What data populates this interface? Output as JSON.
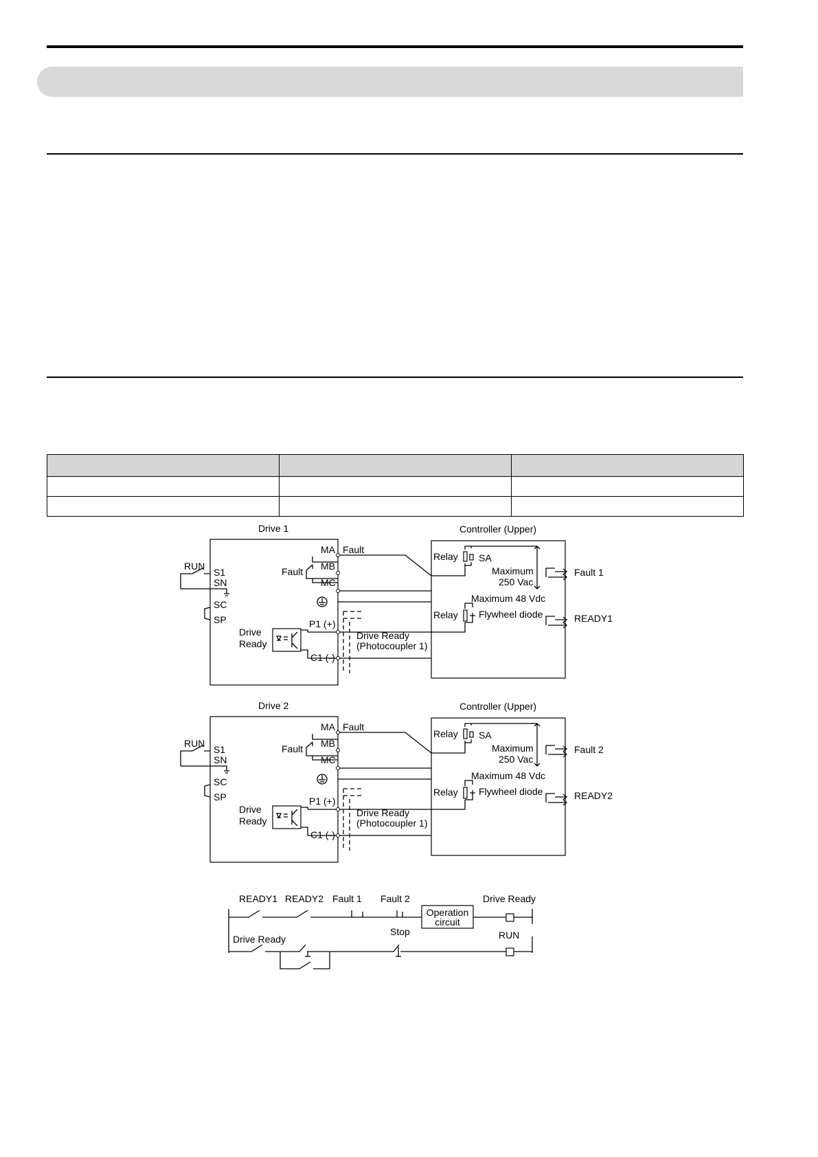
{
  "table": {
    "headers": [
      "",
      "",
      ""
    ],
    "rows": [
      [
        "",
        "",
        ""
      ],
      [
        "",
        "",
        ""
      ]
    ]
  },
  "diagram": {
    "drive1": {
      "title": "Drive 1",
      "controller": "Controller (Upper)",
      "run": "RUN",
      "terminals": {
        "s1": "S1",
        "sn": "SN",
        "sc": "SC",
        "sp": "SP",
        "ma": "MA",
        "mb": "MB",
        "mc": "MC",
        "p1": "P1 (+)",
        "c1": "C1 (-)"
      },
      "fault_left": "Fault",
      "fault_right": "Fault",
      "drive_ready_left_1": "Drive",
      "drive_ready_left_2": "Ready",
      "relay_1": "Relay",
      "relay_2": "Relay",
      "sa": "SA",
      "max_vac_1": "Maximum",
      "max_vac_2": "250 Vac",
      "max_vdc": "Maximum 48 Vdc",
      "flywheel": "Flywheel diode",
      "dr_mid_1": "Drive Ready",
      "dr_mid_2": "(Photocoupler 1)",
      "out_fault": "Fault 1",
      "out_ready": "READY1"
    },
    "drive2": {
      "title": "Drive 2",
      "controller": "Controller (Upper)",
      "run": "RUN",
      "terminals": {
        "s1": "S1",
        "sn": "SN",
        "sc": "SC",
        "sp": "SP",
        "ma": "MA",
        "mb": "MB",
        "mc": "MC",
        "p1": "P1 (+)",
        "c1": "C1 (-)"
      },
      "fault_left": "Fault",
      "fault_right": "Fault",
      "drive_ready_left_1": "Drive",
      "drive_ready_left_2": "Ready",
      "relay_1": "Relay",
      "relay_2": "Relay",
      "sa": "SA",
      "max_vac_1": "Maximum",
      "max_vac_2": "250 Vac",
      "max_vdc": "Maximum 48 Vdc",
      "flywheel": "Flywheel diode",
      "dr_mid_1": "Drive Ready",
      "dr_mid_2": "(Photocoupler 1)",
      "out_fault": "Fault 2",
      "out_ready": "READY2"
    },
    "ladder": {
      "ready1": "READY1",
      "ready2": "READY2",
      "fault1": "Fault 1",
      "fault2": "Fault 2",
      "op_1": "Operation",
      "op_2": "circuit",
      "drive_ready_coil": "Drive Ready",
      "drive_ready_contact": "Drive Ready",
      "stop": "Stop",
      "run": "RUN"
    }
  }
}
